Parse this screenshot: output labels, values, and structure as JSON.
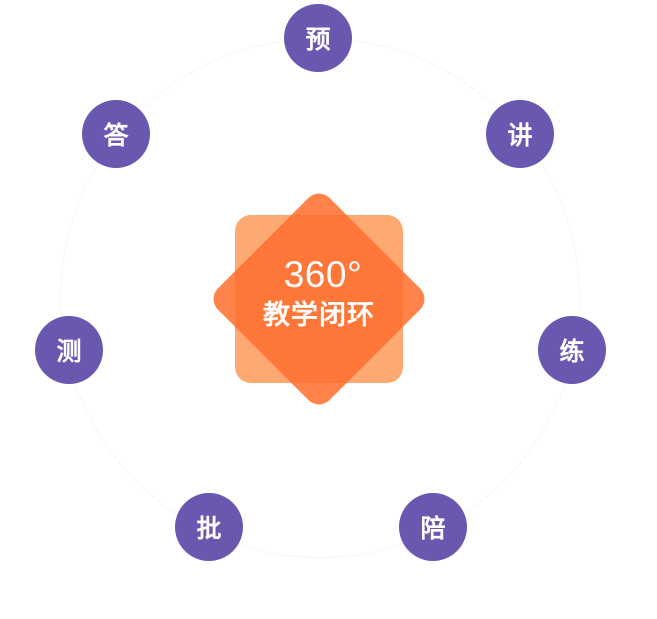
{
  "center": {
    "degree": "360°",
    "subtitle": "教学闭环"
  },
  "nodes": [
    {
      "id": "yu",
      "label": "预"
    },
    {
      "id": "jiang",
      "label": "讲"
    },
    {
      "id": "lian",
      "label": "练"
    },
    {
      "id": "pei",
      "label": "陪"
    },
    {
      "id": "pi",
      "label": "批"
    },
    {
      "id": "ce",
      "label": "测"
    },
    {
      "id": "da",
      "label": "答"
    }
  ],
  "colors": {
    "node": "#6a57b0",
    "center_primary": "#ff9a59",
    "center_secondary": "#ffa772",
    "ring": "#ececec",
    "text": "#ffffff"
  }
}
